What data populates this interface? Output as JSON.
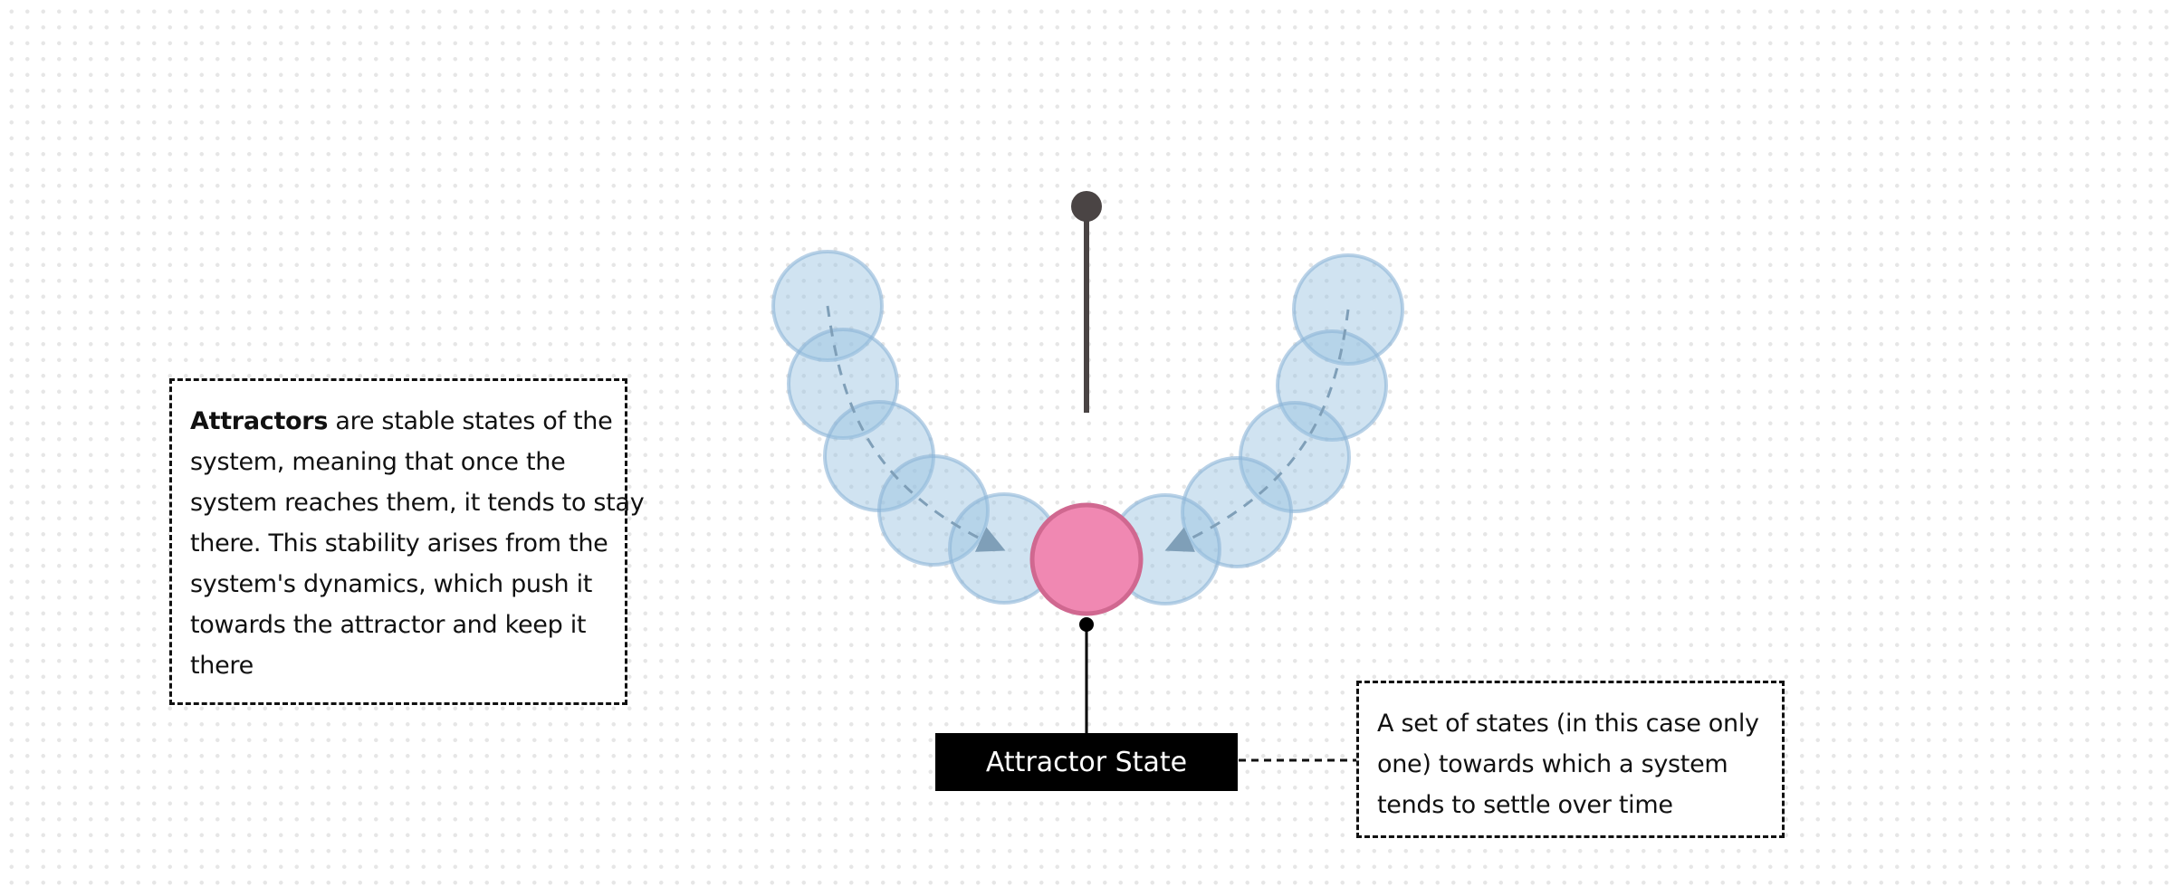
{
  "left_note": {
    "bold_term": "Attractors",
    "lines": [
      " are stable states of the",
      "system, meaning that once the",
      "system reaches them, it tends to stay",
      "there. This stability arises from the",
      "system's dynamics, which push it",
      "towards the attractor and keep it",
      "there"
    ]
  },
  "label": "Attractor State",
  "right_note": {
    "lines": [
      "A set of states (in this case only",
      "one) towards which a system",
      "tends to settle over time"
    ]
  },
  "colors": {
    "attractor": "#f088b2",
    "attractor_stroke": "#d06890",
    "state_fill": "#a9cbe6",
    "stem": "#4a4444"
  }
}
